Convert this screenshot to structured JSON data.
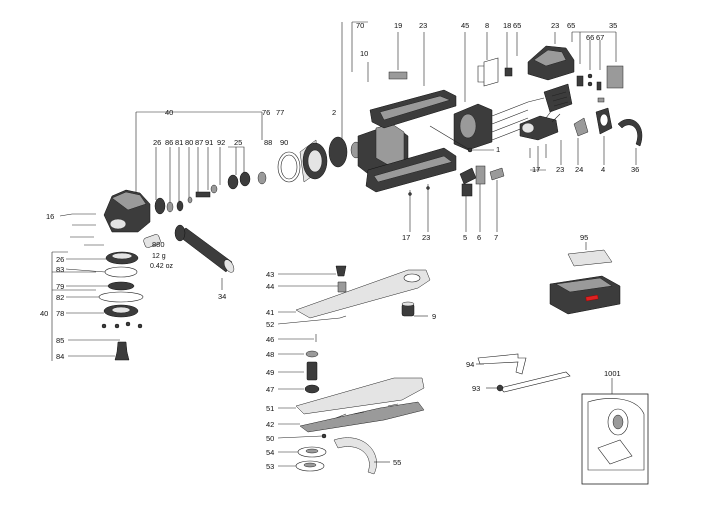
{
  "labels": {
    "l70": "70",
    "l19": "19",
    "l23a": "23",
    "l45": "45",
    "l8": "8",
    "l18": "18",
    "l65a": "65",
    "l23b": "23",
    "l65b": "65",
    "l35": "35",
    "l66": "66",
    "l67": "67",
    "l10": "10",
    "l40a": "40",
    "l76": "76",
    "l77": "77",
    "l2": "2",
    "l26a": "26",
    "l86": "86",
    "l81": "81",
    "l80": "80",
    "l87": "87",
    "l91": "91",
    "l92": "92",
    "l25": "25",
    "l88": "88",
    "l90": "90",
    "l1": "1",
    "l17a": "17",
    "l23c": "23",
    "l24": "24",
    "l4": "4",
    "l36": "36",
    "l16": "16",
    "l17b": "17",
    "l23d": "23",
    "l5": "5",
    "l6": "6",
    "l7": "7",
    "l880": "880",
    "w1": "12 g",
    "w2": "0.42 oz",
    "l26b": "26",
    "l83": "83",
    "l79": "79",
    "l82": "82",
    "l78": "78",
    "l85": "85",
    "l84": "84",
    "l40b": "40",
    "l34": "34",
    "l95": "95",
    "l43": "43",
    "l44": "44",
    "l41": "41",
    "l52": "52",
    "l9": "9",
    "l46": "46",
    "l48": "48",
    "l49": "49",
    "l47": "47",
    "l51": "51",
    "l42": "42",
    "l50": "50",
    "l54": "54",
    "l53": "53",
    "l55": "55",
    "l94": "94",
    "l93": "93",
    "l1001": "1001"
  }
}
